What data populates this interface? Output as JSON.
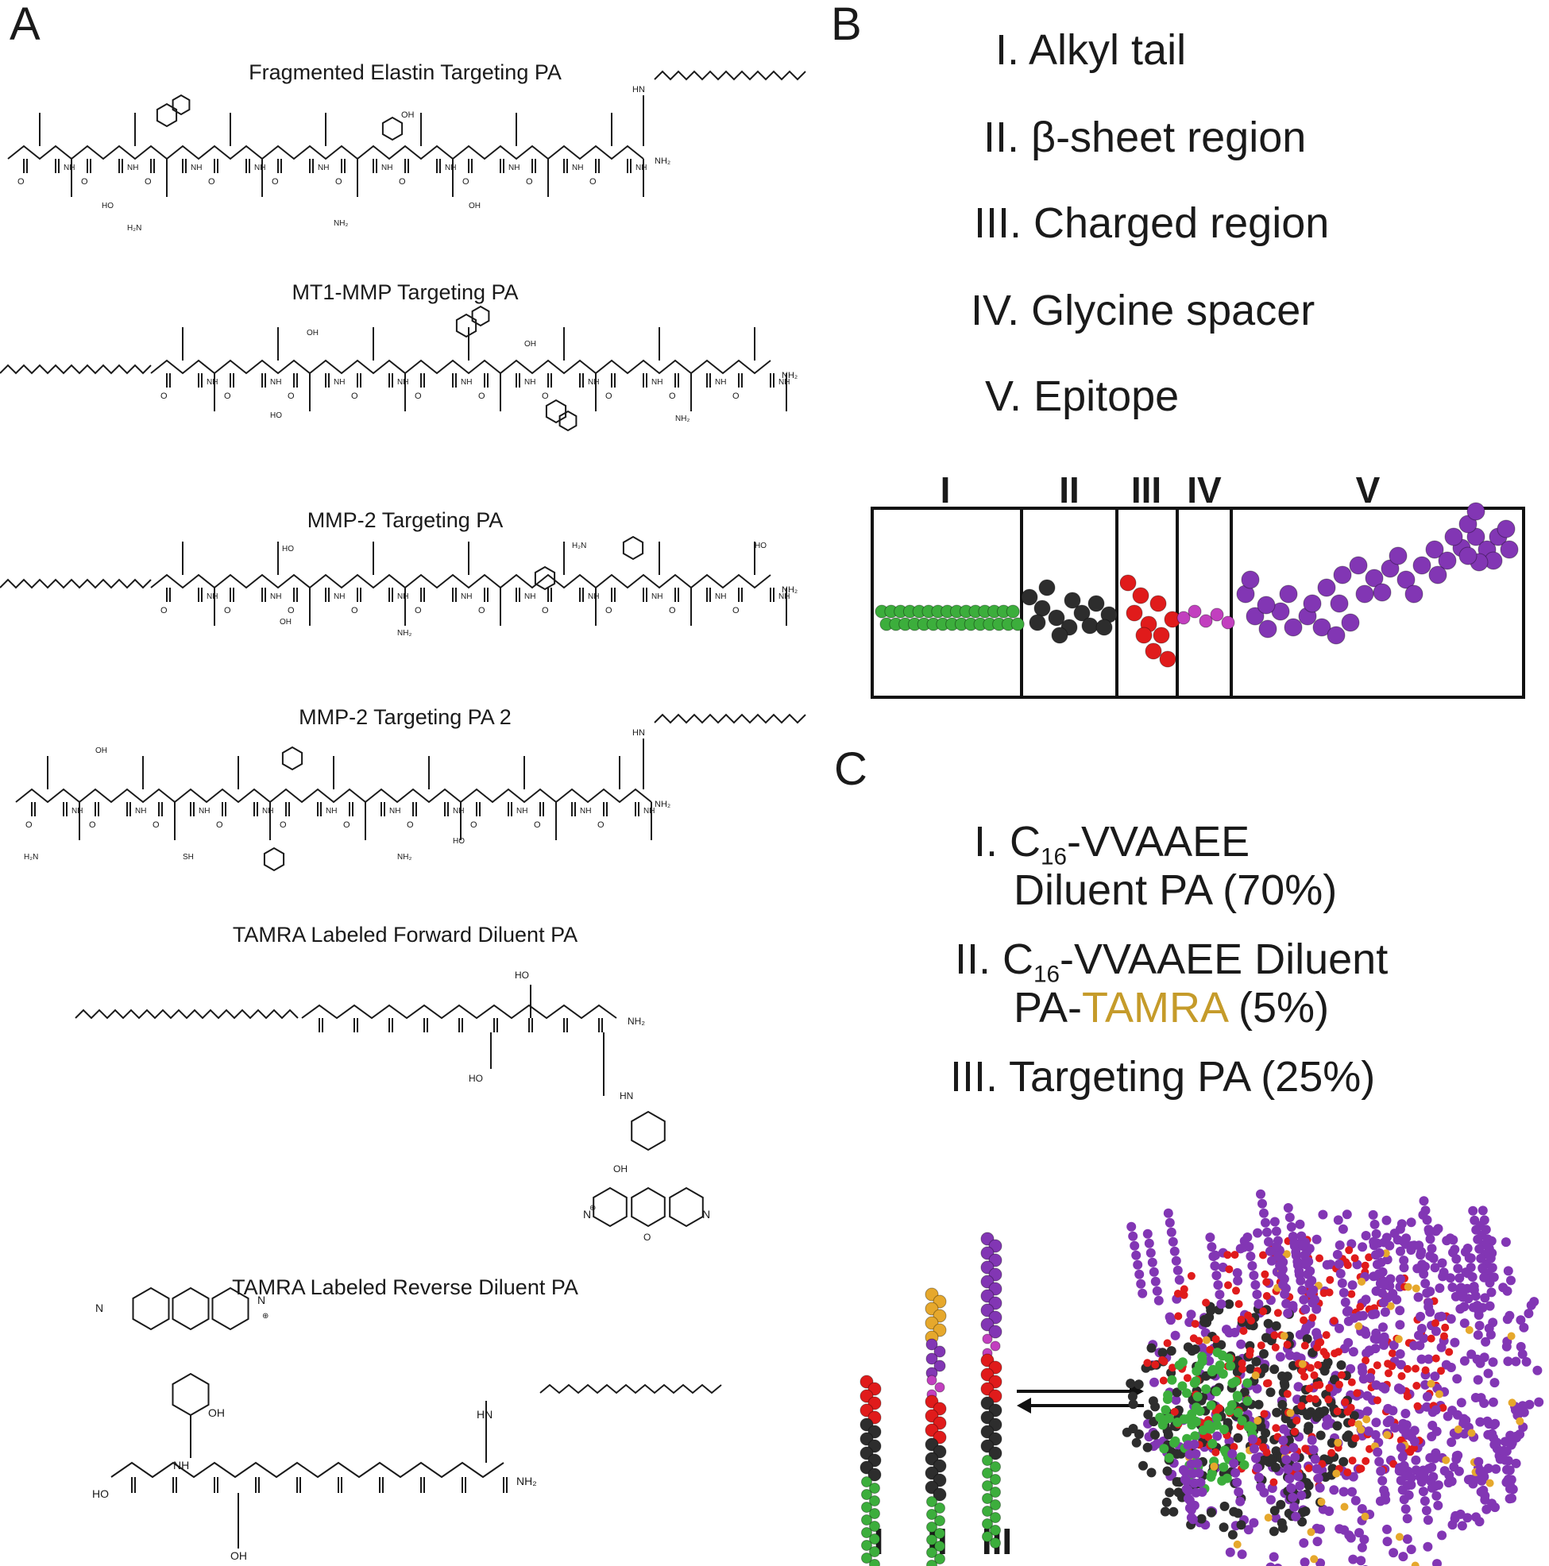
{
  "panels": {
    "a": "A",
    "b": "B",
    "c": "C"
  },
  "molecules": [
    {
      "title": "Fragmented Elastin Targeting PA"
    },
    {
      "title": "MT1-MMP Targeting PA"
    },
    {
      "title": "MMP-2 Targeting PA"
    },
    {
      "title": "MMP-2 Targeting PA 2"
    },
    {
      "title": "TAMRA Labeled Forward Diluent PA"
    },
    {
      "title": "TAMRA Labeled Reverse Diluent PA"
    }
  ],
  "chem_labels": {
    "oh": "OH",
    "ho": "HO",
    "nh": "NH",
    "nh2": "NH₂",
    "hn": "HN",
    "h2n": "H₂N",
    "sh": "SH",
    "n": "N",
    "plus": "⊕",
    "o": "O"
  },
  "legend_b": [
    "I. Alkyl tail",
    "II. β-sheet region",
    "III. Charged region",
    "IV. Glycine spacer",
    "V. Epitope"
  ],
  "segment_labels": [
    "I",
    "II",
    "III",
    "IV",
    "V"
  ],
  "legend_c": {
    "item1_a": "I. C",
    "item1_sub": "16",
    "item1_b": "-VVAAEE",
    "item1_line2": "Diluent PA (70%)",
    "item2_a": "II. C",
    "item2_sub": "16",
    "item2_b": "-VVAAEE Diluent",
    "item2_line2_a": "PA-",
    "item2_line2_tamra": "TAMRA",
    "item2_line2_b": " (5%)",
    "item3": "III. Targeting PA (25%)"
  },
  "bottom_labels": [
    "I",
    "II",
    "III"
  ],
  "colors": {
    "alkyl": "#3cae3c",
    "beta": "#2d2d2d",
    "charged": "#e01b1b",
    "spacer": "#c23fbf",
    "epitope": "#8236b4",
    "tamra": "#e6a82c",
    "bond": "#1a1a1a"
  }
}
